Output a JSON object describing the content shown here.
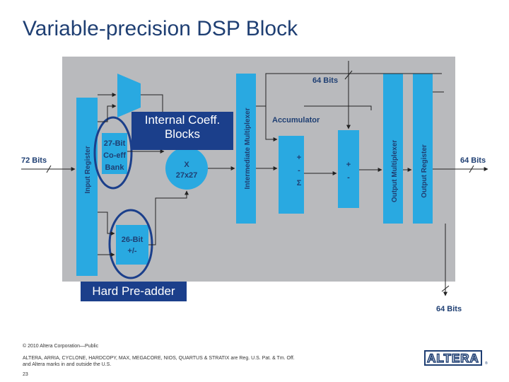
{
  "title": "Variable-precision DSP Block",
  "labels": {
    "bits72_in": "72 Bits",
    "bits64_top": "64 Bits",
    "bits64_out": "64 Bits",
    "bits64_bottom": "64 Bits",
    "input_register": "Input Register",
    "coeff_bank_line1": "27-Bit",
    "coeff_bank_line2": "Co-eff",
    "coeff_bank_line3": "Bank",
    "multiplier_line1": "X",
    "multiplier_line2": "27x27",
    "preadder_line1": "26-Bit",
    "preadder_line2": "+/-",
    "intermediate_mux": "Intermediate Multiplexer",
    "accumulator": "Accumulator",
    "sum_line1": "+",
    "sum_line2": "-",
    "sum_line3": "Σ",
    "addsub_line1": "+",
    "addsub_line2": "-",
    "output_mux": "Output Multiplexer",
    "output_register": "Output Register"
  },
  "callouts": {
    "internal_coeff_line1": "Internal Coeff.",
    "internal_coeff_line2": "Blocks",
    "hard_preadder": "Hard Pre-adder"
  },
  "footer": {
    "copyright": "© 2010 Altera Corporation—Public",
    "trademark_line1": "ALTERA, ARRIA, CYCLONE, HARDCOPY, MAX, MEGACORE, NIOS, QUARTUS & STRATIX are Reg. U.S. Pat. & Tm. Off.",
    "trademark_line2": "and Altera marks in and outside the U.S.",
    "page_number": "23"
  },
  "logo_text": "ALTERA",
  "colors": {
    "title": "#1f3f73",
    "panel": "#b9babd",
    "block": "#29a9e1",
    "block_text": "#1f3f73",
    "highlight": "#1b3f8b",
    "arrow": "#222222"
  }
}
